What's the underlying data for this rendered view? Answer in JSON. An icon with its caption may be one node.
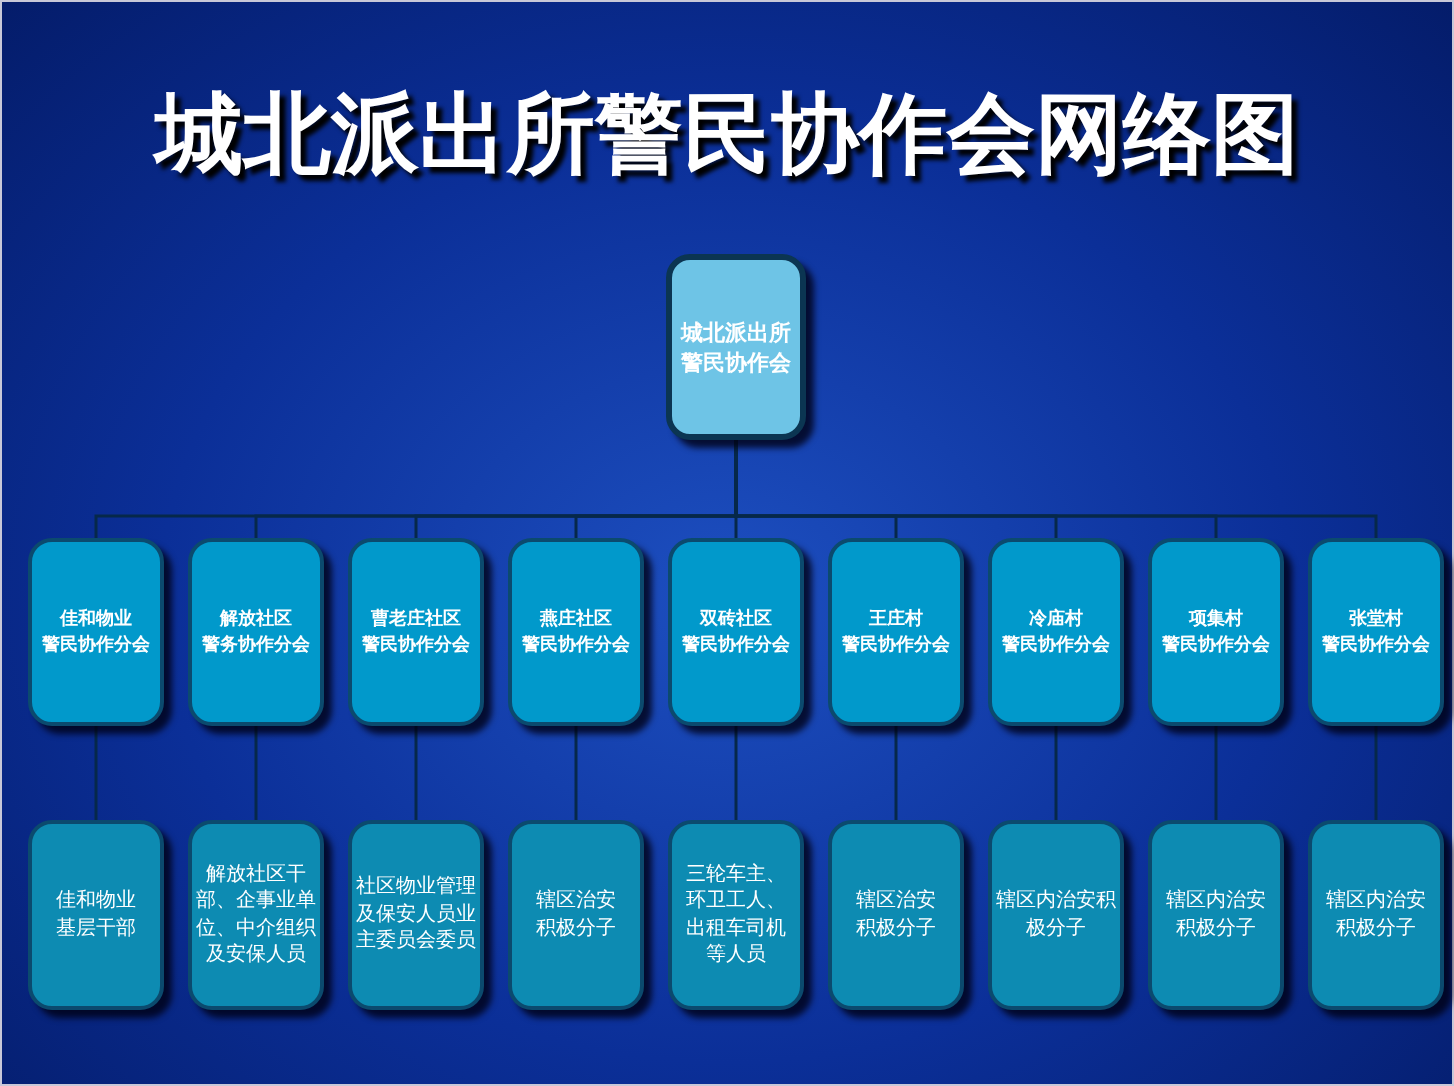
{
  "diagram": {
    "title": "城北派出所警民协作会网络图",
    "nodes": [
      {
        "text": [
          "城北派出所警民协作会"
        ]
      },
      {
        "text": [
          "佳和物业",
          "警民协作分会"
        ]
      },
      {
        "text": [
          "解放社区",
          "警务协作分会"
        ]
      },
      {
        "text": [
          "曹老庄社区",
          "警民协作分会"
        ]
      },
      {
        "text": [
          "燕庄社区",
          "警民协作分会"
        ]
      },
      {
        "text": [
          "双砖社区",
          "警民协作分会"
        ]
      },
      {
        "text": [
          "王庄村",
          "警民协作分会"
        ]
      },
      {
        "text": [
          "冷庙村",
          "警民协作分会"
        ]
      },
      {
        "text": [
          "项集村",
          "警民协作分会"
        ]
      },
      {
        "text": [
          "张堂村",
          "警民协作分会"
        ]
      },
      {
        "text": [
          "佳和物业基层干部"
        ]
      },
      {
        "text": [
          "解放社区干部、企事业单位、中介组织及安保人员"
        ]
      },
      {
        "text": [
          "社区物业管理及保安人员业主委员会委员"
        ]
      },
      {
        "text": [
          "辖区治安积极分子"
        ]
      },
      {
        "text": [
          "三轮车主、环卫工人、出租车司机等人员"
        ]
      },
      {
        "text": [
          "辖区治安积极分子"
        ]
      },
      {
        "text": [
          "辖区内治安积极分子"
        ]
      },
      {
        "text": [
          "辖区内治安积极分子"
        ]
      },
      {
        "text": [
          "辖区内治安积极分子"
        ]
      }
    ],
    "edges": [
      {
        "from": 0,
        "to": 1,
        "arrow": "none"
      },
      {
        "from": 0,
        "to": 2,
        "arrow": "none"
      },
      {
        "from": 0,
        "to": 3,
        "arrow": "none"
      },
      {
        "from": 0,
        "to": 4,
        "arrow": "none"
      },
      {
        "from": 0,
        "to": 5,
        "arrow": "none"
      },
      {
        "from": 0,
        "to": 6,
        "arrow": "none"
      },
      {
        "from": 0,
        "to": 7,
        "arrow": "none"
      },
      {
        "from": 0,
        "to": 8,
        "arrow": "none"
      },
      {
        "from": 0,
        "to": 9,
        "arrow": "none"
      },
      {
        "from": 1,
        "to": 10,
        "arrow": "none"
      },
      {
        "from": 2,
        "to": 11,
        "arrow": "none"
      },
      {
        "from": 3,
        "to": 12,
        "arrow": "none"
      },
      {
        "from": 4,
        "to": 13,
        "arrow": "none"
      },
      {
        "from": 5,
        "to": 14,
        "arrow": "none"
      },
      {
        "from": 6,
        "to": 15,
        "arrow": "none"
      },
      {
        "from": 7,
        "to": 16,
        "arrow": "none"
      },
      {
        "from": 8,
        "to": 17,
        "arrow": "none"
      },
      {
        "from": 9,
        "to": 18,
        "arrow": "none"
      }
    ]
  }
}
